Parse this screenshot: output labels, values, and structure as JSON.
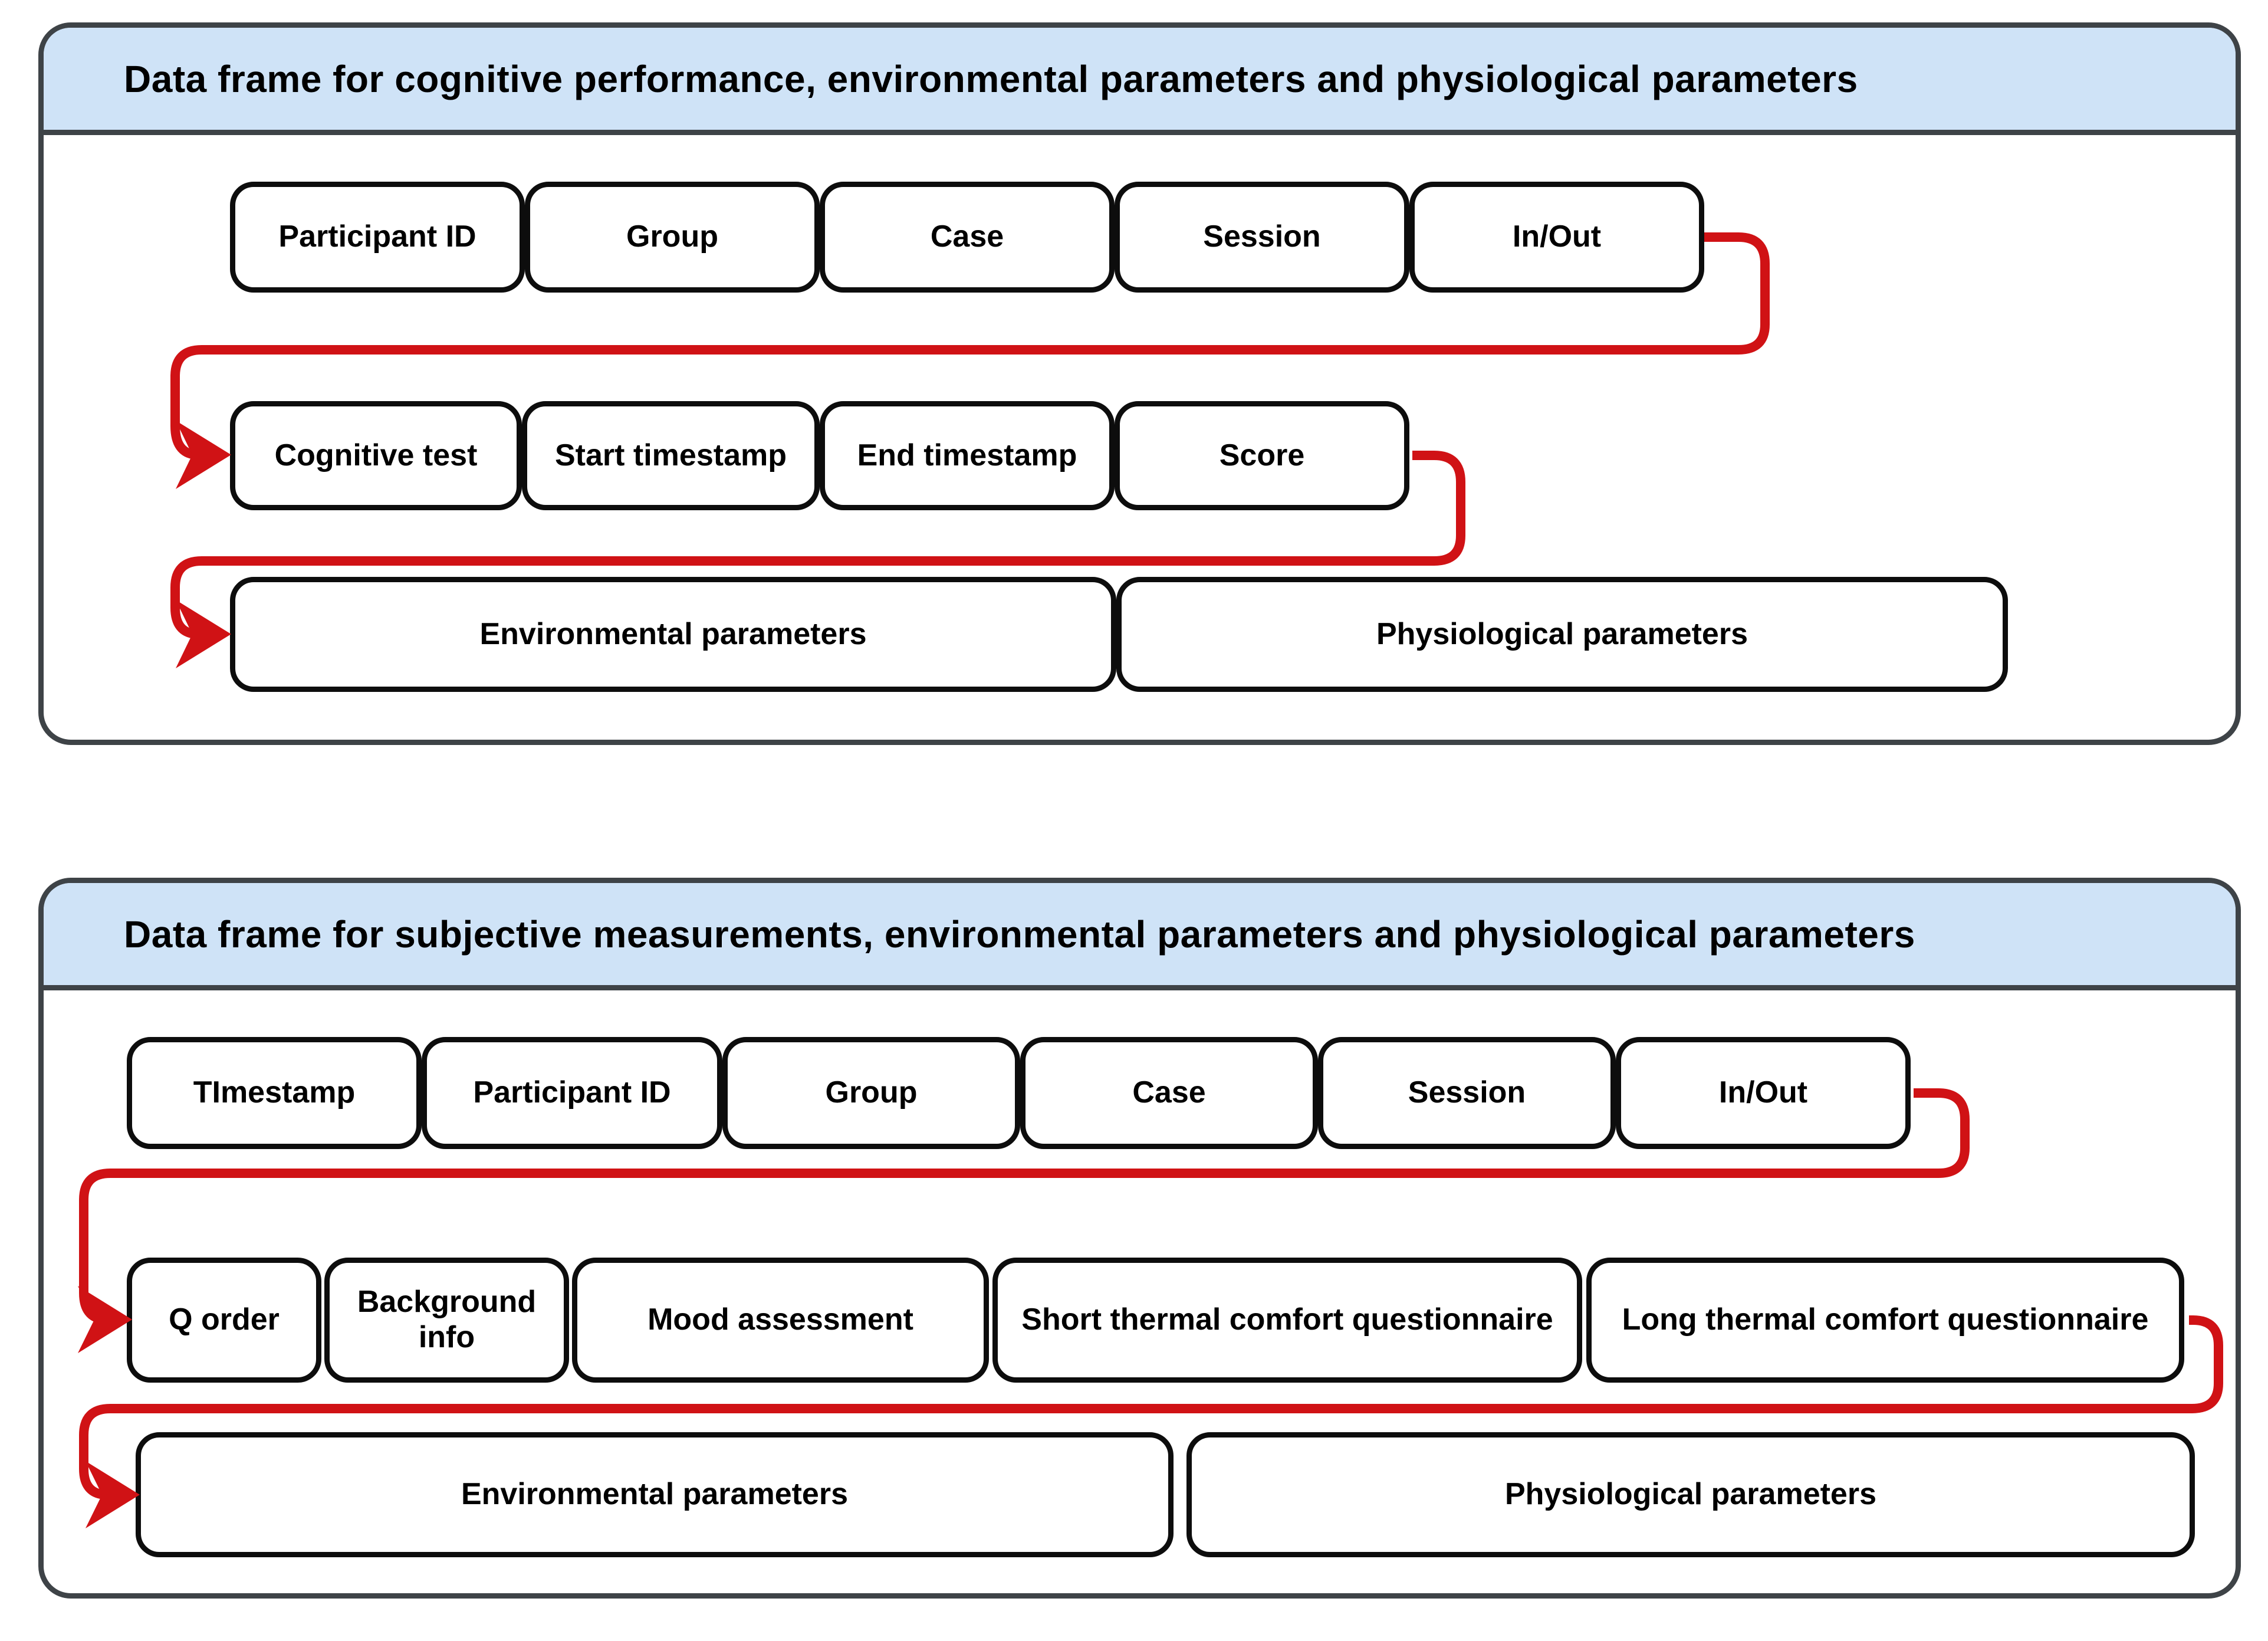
{
  "colors": {
    "page_bg": "#ffffff",
    "header_bg": "#cfe3f7",
    "panel_border": "#3e4347",
    "box_border": "#0d0d0d",
    "arrow": "#d01215",
    "text": "#000000"
  },
  "panels": [
    {
      "title": "Data frame for cognitive performance, environmental parameters and physiological parameters",
      "rows": [
        {
          "boxes": [
            "Participant ID",
            "Group",
            "Case",
            "Session",
            "In/Out"
          ]
        },
        {
          "boxes": [
            "Cognitive test",
            "Start timestamp",
            "End timestamp",
            "Score"
          ]
        },
        {
          "boxes": [
            "Environmental parameters",
            "Physiological parameters"
          ]
        }
      ]
    },
    {
      "title": "Data frame for subjective measurements, environmental parameters and physiological parameters",
      "rows": [
        {
          "boxes": [
            "TImestamp",
            "Participant ID",
            "Group",
            "Case",
            "Session",
            "In/Out"
          ]
        },
        {
          "boxes": [
            "Q order",
            "Background info",
            "Mood assessment",
            "Short thermal comfort questionnaire",
            "Long thermal comfort questionnaire"
          ]
        },
        {
          "boxes": [
            "Environmental parameters",
            "Physiological parameters"
          ]
        }
      ]
    }
  ]
}
